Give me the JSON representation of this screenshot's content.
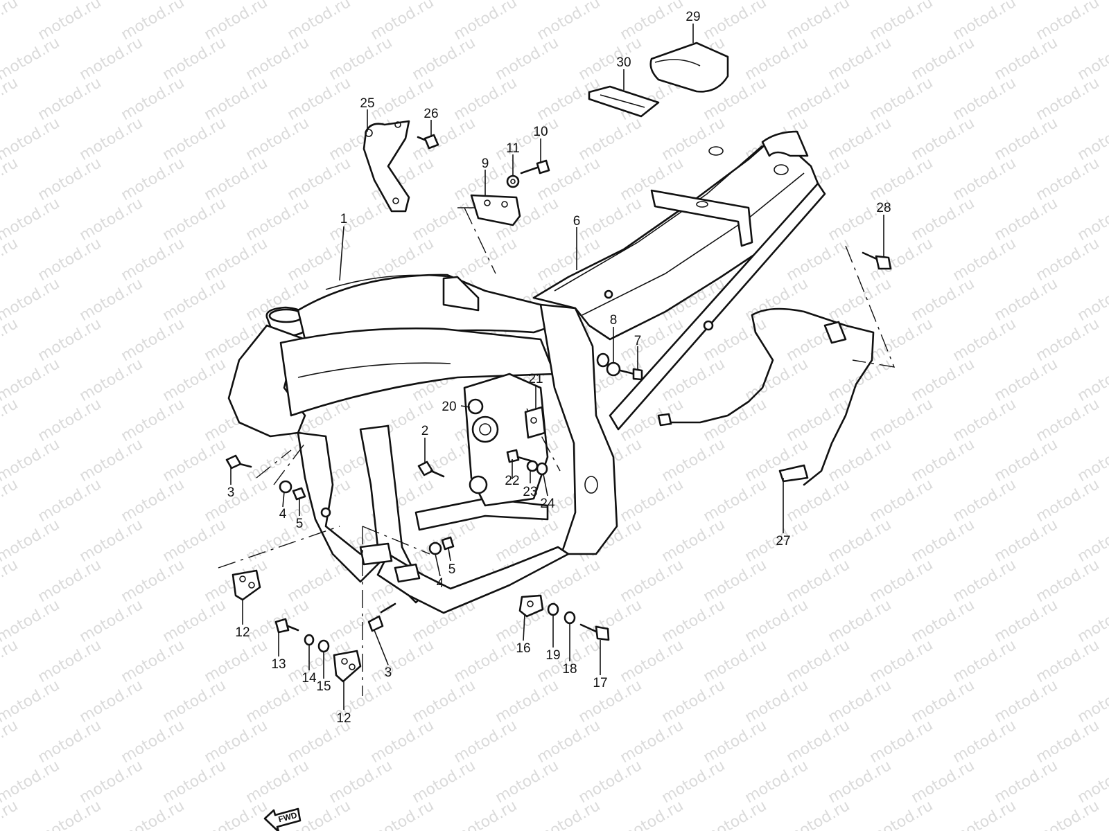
{
  "watermark": "motod.ru",
  "fwd_label": "FWD",
  "callouts": [
    {
      "id": "c1",
      "label": "1"
    },
    {
      "id": "c2",
      "label": "2"
    },
    {
      "id": "c3a",
      "label": "3"
    },
    {
      "id": "c3b",
      "label": "3"
    },
    {
      "id": "c4a",
      "label": "4"
    },
    {
      "id": "c4b",
      "label": "4"
    },
    {
      "id": "c5a",
      "label": "5"
    },
    {
      "id": "c5b",
      "label": "5"
    },
    {
      "id": "c6",
      "label": "6"
    },
    {
      "id": "c7",
      "label": "7"
    },
    {
      "id": "c8",
      "label": "8"
    },
    {
      "id": "c9",
      "label": "9"
    },
    {
      "id": "c10",
      "label": "10"
    },
    {
      "id": "c11",
      "label": "11"
    },
    {
      "id": "c12a",
      "label": "12"
    },
    {
      "id": "c12b",
      "label": "12"
    },
    {
      "id": "c13",
      "label": "13"
    },
    {
      "id": "c14",
      "label": "14"
    },
    {
      "id": "c15",
      "label": "15"
    },
    {
      "id": "c16",
      "label": "16"
    },
    {
      "id": "c17",
      "label": "17"
    },
    {
      "id": "c18",
      "label": "18"
    },
    {
      "id": "c19",
      "label": "19"
    },
    {
      "id": "c20",
      "label": "20"
    },
    {
      "id": "c21",
      "label": "21"
    },
    {
      "id": "c22",
      "label": "22"
    },
    {
      "id": "c23",
      "label": "23"
    },
    {
      "id": "c24",
      "label": "24"
    },
    {
      "id": "c25",
      "label": "25"
    },
    {
      "id": "c26",
      "label": "26"
    },
    {
      "id": "c27",
      "label": "27"
    },
    {
      "id": "c28",
      "label": "28"
    },
    {
      "id": "c29",
      "label": "29"
    },
    {
      "id": "c30",
      "label": "30"
    }
  ]
}
